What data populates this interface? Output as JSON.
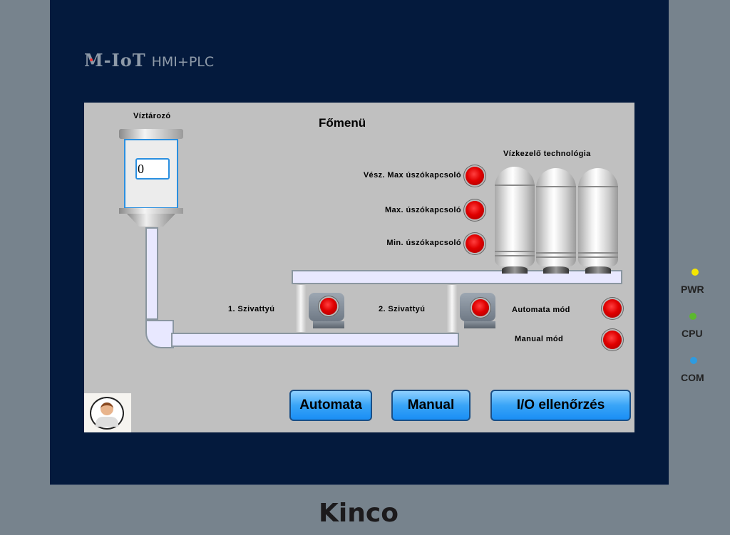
{
  "device": {
    "brand_logo": "M-IoT",
    "brand_sub": "HMI+PLC",
    "manufacturer": "Kinco",
    "status_leds": [
      {
        "label": "PWR",
        "color": "#f5e600"
      },
      {
        "label": "CPU",
        "color": "#5cb82e"
      },
      {
        "label": "COM",
        "color": "#2e9be0"
      }
    ]
  },
  "screen": {
    "title": "Főmenü",
    "reservoir": {
      "label": "Víztározó",
      "level_value": "0"
    },
    "treatment_label": "Vízkezelő technológia",
    "float_switches": [
      {
        "label": "Vész. Max úszókapcsoló",
        "state": "off",
        "color": "#e00000"
      },
      {
        "label": "Max. úszókapcsoló",
        "state": "off",
        "color": "#e00000"
      },
      {
        "label": "Min. úszókapcsoló",
        "state": "off",
        "color": "#e00000"
      }
    ],
    "pumps": [
      {
        "label": "1. Szivattyú",
        "state": "off"
      },
      {
        "label": "2. Szivattyú",
        "state": "off"
      }
    ],
    "modes": [
      {
        "label": "Automata mód",
        "state": "off"
      },
      {
        "label": "Manual mód",
        "state": "off"
      }
    ],
    "buttons": {
      "automata": "Automata",
      "manual": "Manual",
      "io_check": "I/O ellenőrzés"
    }
  }
}
